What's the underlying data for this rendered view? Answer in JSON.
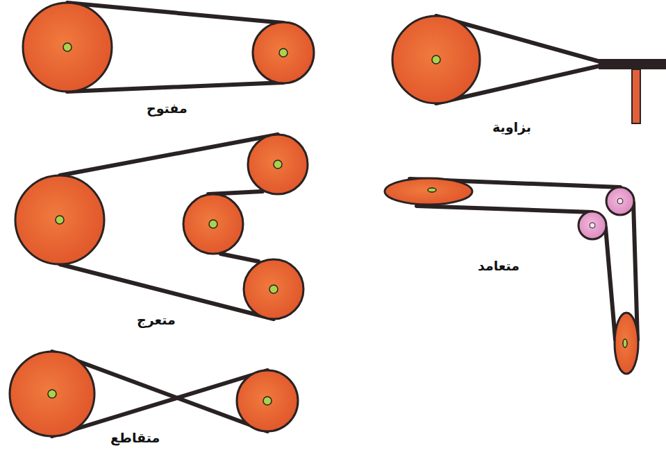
{
  "diagram": {
    "labels": [
      "مفتوح",
      "بزاوية",
      "متعرج",
      "متعامد",
      "متقاطع"
    ]
  }
}
